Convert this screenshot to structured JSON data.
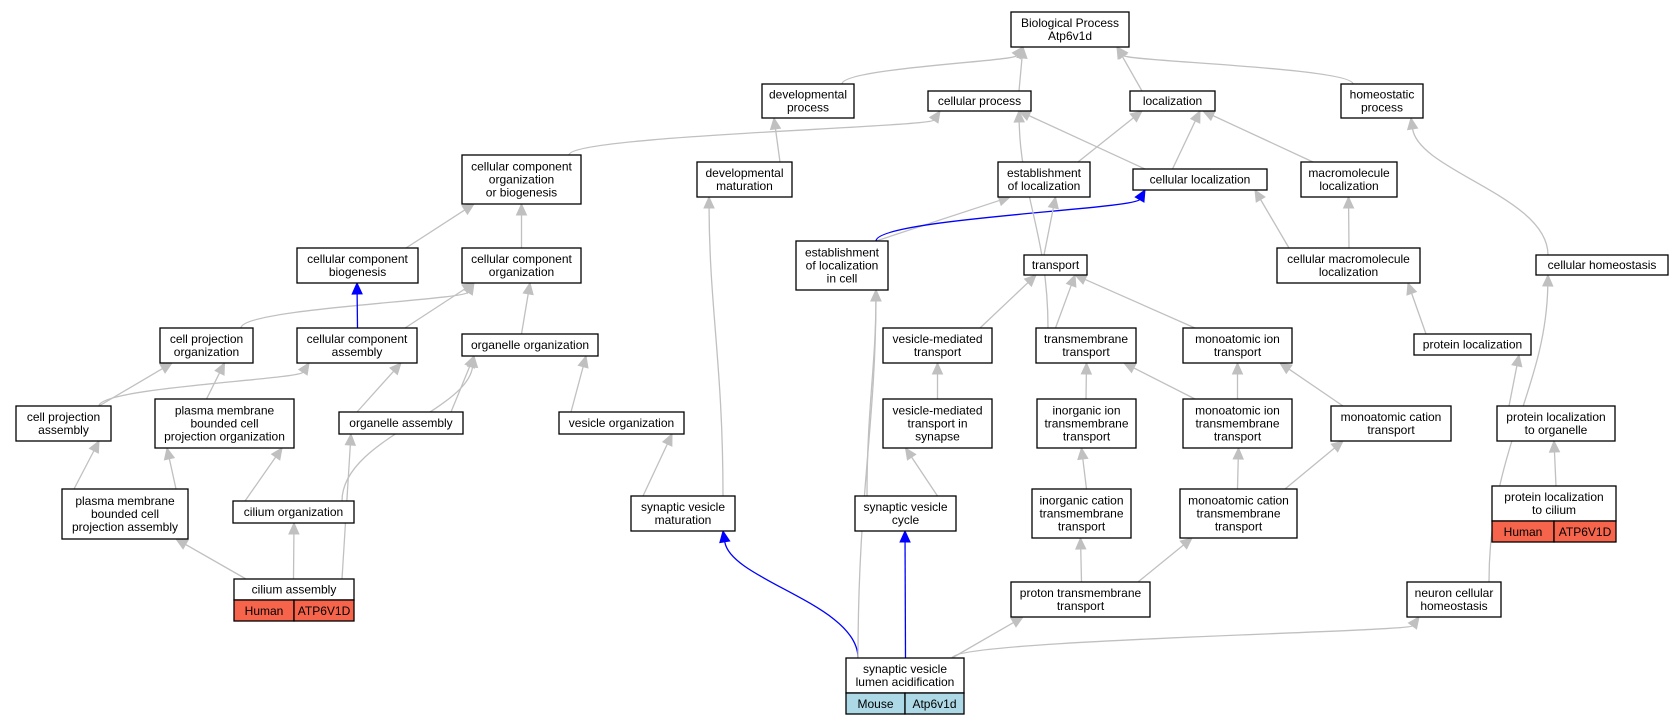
{
  "diagram": {
    "colors": {
      "edge_default": "#c0c0c0",
      "edge_highlight": "#0000ff",
      "human_tag": "#f5644b",
      "mouse_tag": "#add8e6"
    },
    "nodes": [
      {
        "id": "bp",
        "lines": [
          "Biological Process",
          "Atp6v1d"
        ]
      },
      {
        "id": "devproc",
        "lines": [
          "developmental",
          "process"
        ]
      },
      {
        "id": "cellproc",
        "lines": [
          "cellular process"
        ]
      },
      {
        "id": "loc",
        "lines": [
          "localization"
        ]
      },
      {
        "id": "homeo",
        "lines": [
          "homeostatic",
          "process"
        ]
      },
      {
        "id": "ccob",
        "lines": [
          "cellular component",
          "organization",
          "or biogenesis"
        ]
      },
      {
        "id": "devmat",
        "lines": [
          "developmental",
          "maturation"
        ]
      },
      {
        "id": "estloc",
        "lines": [
          "establishment",
          "of localization"
        ]
      },
      {
        "id": "cellloc",
        "lines": [
          "cellular localization"
        ]
      },
      {
        "id": "macroloc",
        "lines": [
          "macromolecule",
          "localization"
        ]
      },
      {
        "id": "ccbio",
        "lines": [
          "cellular component",
          "biogenesis"
        ]
      },
      {
        "id": "ccorg",
        "lines": [
          "cellular component",
          "organization"
        ]
      },
      {
        "id": "estlocincell",
        "lines": [
          "establishment",
          "of localization",
          "in cell"
        ]
      },
      {
        "id": "transport",
        "lines": [
          "transport"
        ]
      },
      {
        "id": "cellmacroloc",
        "lines": [
          "cellular macromolecule",
          "localization"
        ]
      },
      {
        "id": "cellhomeo",
        "lines": [
          "cellular homeostasis"
        ]
      },
      {
        "id": "cellprojorg",
        "lines": [
          "cell projection",
          "organization"
        ]
      },
      {
        "id": "ccassembly",
        "lines": [
          "cellular component",
          "assembly"
        ]
      },
      {
        "id": "organelleorg",
        "lines": [
          "organelle organization"
        ]
      },
      {
        "id": "vesmedtrans",
        "lines": [
          "vesicle-mediated",
          "transport"
        ]
      },
      {
        "id": "tmtrans",
        "lines": [
          "transmembrane",
          "transport"
        ]
      },
      {
        "id": "ionTrans",
        "lines": [
          "monoatomic ion",
          "transport"
        ]
      },
      {
        "id": "protloc",
        "lines": [
          "protein localization"
        ]
      },
      {
        "id": "cellprojassembly",
        "lines": [
          "cell projection",
          "assembly"
        ]
      },
      {
        "id": "pmbcpo",
        "lines": [
          "plasma membrane",
          "bounded cell",
          "projection organization"
        ]
      },
      {
        "id": "organelleassembly",
        "lines": [
          "organelle assembly"
        ]
      },
      {
        "id": "vesorg",
        "lines": [
          "vesicle organization"
        ]
      },
      {
        "id": "vesmedsyn",
        "lines": [
          "vesicle-mediated",
          "transport in",
          "synapse"
        ]
      },
      {
        "id": "inorgion",
        "lines": [
          "inorganic ion",
          "transmembrane",
          "transport"
        ]
      },
      {
        "id": "ionTm",
        "lines": [
          "monoatomic ion",
          "transmembrane",
          "transport"
        ]
      },
      {
        "id": "cationTrans",
        "lines": [
          "monoatomic cation",
          "transport"
        ]
      },
      {
        "id": "protlocorg",
        "lines": [
          "protein localization",
          "to organelle"
        ]
      },
      {
        "id": "pmbcpa",
        "lines": [
          "plasma membrane",
          "bounded cell",
          "projection assembly"
        ]
      },
      {
        "id": "ciliumorg",
        "lines": [
          "cilium organization"
        ]
      },
      {
        "id": "synvesmat",
        "lines": [
          "synaptic vesicle",
          "maturation"
        ]
      },
      {
        "id": "synvescycle",
        "lines": [
          "synaptic vesicle",
          "cycle"
        ]
      },
      {
        "id": "inorgcation",
        "lines": [
          "inorganic cation",
          "transmembrane",
          "transport"
        ]
      },
      {
        "id": "cationTm",
        "lines": [
          "monoatomic cation",
          "transmembrane",
          "transport"
        ]
      },
      {
        "id": "protloccilium",
        "lines": [
          "protein localization",
          "to cilium"
        ],
        "tag": {
          "species": "Human",
          "gene": "ATP6V1D"
        }
      },
      {
        "id": "ciliumassembly",
        "lines": [
          "cilium assembly"
        ],
        "tag": {
          "species": "Human",
          "gene": "ATP6V1D"
        }
      },
      {
        "id": "protonTm",
        "lines": [
          "proton transmembrane",
          "transport"
        ]
      },
      {
        "id": "neuronhomeo",
        "lines": [
          "neuron cellular",
          "homeostasis"
        ]
      },
      {
        "id": "synveslumen",
        "lines": [
          "synaptic vesicle",
          "lumen acidification"
        ],
        "tag": {
          "species": "Mouse",
          "gene": "Atp6v1d"
        }
      }
    ],
    "edges": [
      {
        "from": "devproc",
        "to": "bp",
        "highlight": false
      },
      {
        "from": "cellproc",
        "to": "bp",
        "highlight": false
      },
      {
        "from": "loc",
        "to": "bp",
        "highlight": false
      },
      {
        "from": "homeo",
        "to": "bp",
        "highlight": false
      },
      {
        "from": "ccob",
        "to": "cellproc",
        "highlight": false
      },
      {
        "from": "devmat",
        "to": "devproc",
        "highlight": false
      },
      {
        "from": "estloc",
        "to": "loc",
        "highlight": false
      },
      {
        "from": "cellloc",
        "to": "loc",
        "highlight": false
      },
      {
        "from": "cellloc",
        "to": "cellproc",
        "highlight": false
      },
      {
        "from": "macroloc",
        "to": "loc",
        "highlight": false
      },
      {
        "from": "ccbio",
        "to": "ccob",
        "highlight": false
      },
      {
        "from": "ccorg",
        "to": "ccob",
        "highlight": false
      },
      {
        "from": "estlocincell",
        "to": "estloc",
        "highlight": false
      },
      {
        "from": "estlocincell",
        "to": "cellloc",
        "highlight": true
      },
      {
        "from": "transport",
        "to": "estloc",
        "highlight": false
      },
      {
        "from": "cellmacroloc",
        "to": "cellloc",
        "highlight": false
      },
      {
        "from": "cellmacroloc",
        "to": "macroloc",
        "highlight": false
      },
      {
        "from": "cellhomeo",
        "to": "homeo",
        "highlight": false
      },
      {
        "from": "cellprojorg",
        "to": "ccorg",
        "highlight": false
      },
      {
        "from": "ccassembly",
        "to": "ccbio",
        "highlight": true
      },
      {
        "from": "ccassembly",
        "to": "ccorg",
        "highlight": false
      },
      {
        "from": "organelleorg",
        "to": "ccorg",
        "highlight": false
      },
      {
        "from": "vesmedtrans",
        "to": "transport",
        "highlight": false
      },
      {
        "from": "tmtrans",
        "to": "transport",
        "highlight": false
      },
      {
        "from": "tmtrans",
        "to": "cellproc",
        "highlight": false
      },
      {
        "from": "ionTrans",
        "to": "transport",
        "highlight": false
      },
      {
        "from": "protloc",
        "to": "cellmacroloc",
        "highlight": false
      },
      {
        "from": "cellprojassembly",
        "to": "cellprojorg",
        "highlight": false
      },
      {
        "from": "cellprojassembly",
        "to": "ccassembly",
        "highlight": false
      },
      {
        "from": "pmbcpo",
        "to": "cellprojorg",
        "highlight": false
      },
      {
        "from": "organelleassembly",
        "to": "ccassembly",
        "highlight": false
      },
      {
        "from": "organelleassembly",
        "to": "organelleorg",
        "highlight": false
      },
      {
        "from": "vesorg",
        "to": "organelleorg",
        "highlight": false
      },
      {
        "from": "vesmedsyn",
        "to": "vesmedtrans",
        "highlight": false
      },
      {
        "from": "inorgion",
        "to": "tmtrans",
        "highlight": false
      },
      {
        "from": "ionTm",
        "to": "tmtrans",
        "highlight": false
      },
      {
        "from": "ionTm",
        "to": "ionTrans",
        "highlight": false
      },
      {
        "from": "cationTrans",
        "to": "ionTrans",
        "highlight": false
      },
      {
        "from": "protlocorg",
        "to": "protloc",
        "highlight": false
      },
      {
        "from": "pmbcpa",
        "to": "cellprojassembly",
        "highlight": false
      },
      {
        "from": "pmbcpa",
        "to": "pmbcpo",
        "highlight": false
      },
      {
        "from": "ciliumorg",
        "to": "pmbcpo",
        "highlight": false
      },
      {
        "from": "ciliumorg",
        "to": "organelleorg",
        "highlight": false
      },
      {
        "from": "synvesmat",
        "to": "vesorg",
        "highlight": false
      },
      {
        "from": "synvesmat",
        "to": "devmat",
        "highlight": false
      },
      {
        "from": "synvescycle",
        "to": "vesmedsyn",
        "highlight": false
      },
      {
        "from": "synvescycle",
        "to": "estlocincell",
        "highlight": false
      },
      {
        "from": "inorgcation",
        "to": "inorgion",
        "highlight": false
      },
      {
        "from": "cationTm",
        "to": "ionTm",
        "highlight": false
      },
      {
        "from": "cationTm",
        "to": "cationTrans",
        "highlight": false
      },
      {
        "from": "protloccilium",
        "to": "protlocorg",
        "highlight": false
      },
      {
        "from": "ciliumassembly",
        "to": "pmbcpa",
        "highlight": false
      },
      {
        "from": "ciliumassembly",
        "to": "ciliumorg",
        "highlight": false
      },
      {
        "from": "ciliumassembly",
        "to": "organelleassembly",
        "highlight": false
      },
      {
        "from": "protonTm",
        "to": "inorgcation",
        "highlight": false
      },
      {
        "from": "protonTm",
        "to": "cationTm",
        "highlight": false
      },
      {
        "from": "neuronhomeo",
        "to": "cellhomeo",
        "highlight": false
      },
      {
        "from": "synveslumen",
        "to": "synvesmat",
        "highlight": true
      },
      {
        "from": "synveslumen",
        "to": "synvescycle",
        "highlight": true
      },
      {
        "from": "synveslumen",
        "to": "estlocincell",
        "highlight": false
      },
      {
        "from": "synveslumen",
        "to": "protonTm",
        "highlight": false
      },
      {
        "from": "synveslumen",
        "to": "neuronhomeo",
        "highlight": false
      }
    ]
  }
}
